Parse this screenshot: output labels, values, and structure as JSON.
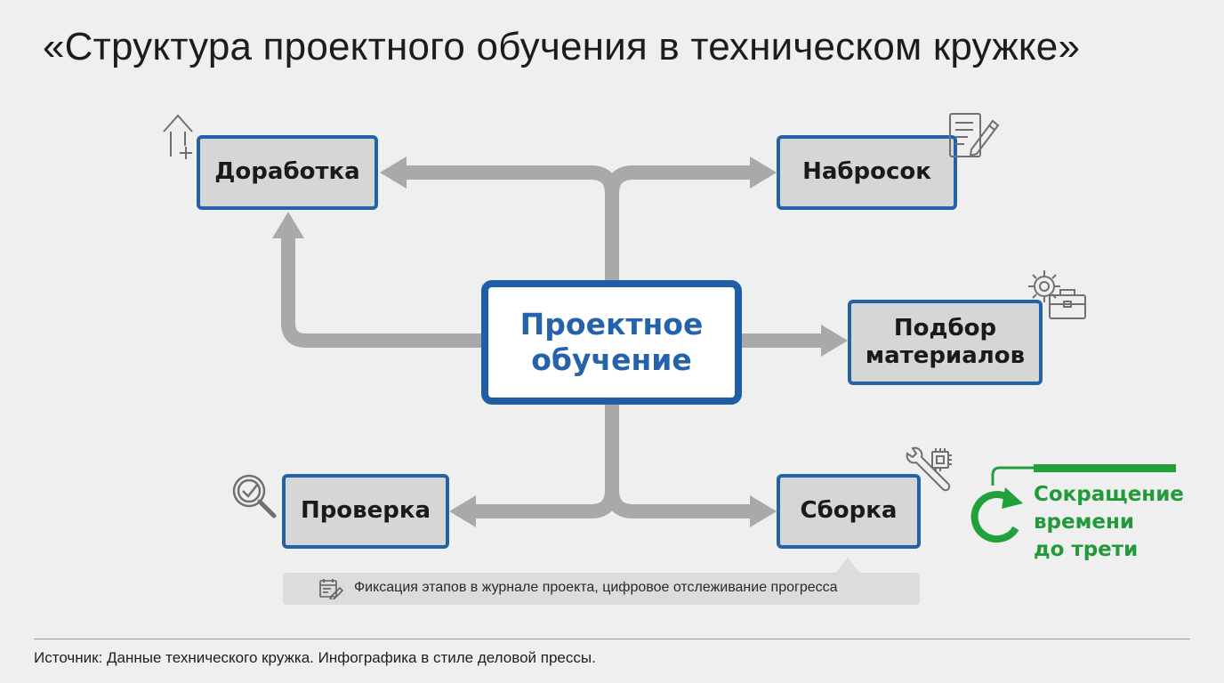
{
  "title": "«Структура проектного обучения в техническом кружке»",
  "center": {
    "label_line1": "Проектное",
    "label_line2": "обучение"
  },
  "nodes": {
    "dorabotka": "Доработка",
    "nabrosok": "Набросок",
    "podbor_line1": "Подбор",
    "podbor_line2": "материалов",
    "proverka": "Проверка",
    "sborka": "Сборка"
  },
  "icons": {
    "dorabotka": "upgrade-arrow-icon",
    "nabrosok": "document-pencil-icon",
    "podbor": "gear-toolbox-icon",
    "proverka": "magnifier-check-icon",
    "sborka": "wrench-chip-icon",
    "note": "calendar-edit-icon",
    "callout": "cycle-arrow-icon"
  },
  "note": "Фиксация этапов в журнале проекта, цифровое отслеживание прогресса",
  "callout": {
    "line1": "Сокращение",
    "line2": "времени",
    "line3": "до трети"
  },
  "source": "Источник: Данные технического кружка. Инфографика в стиле деловой прессы.",
  "colors": {
    "accent_blue": "#1f5ea6",
    "connector_gray": "#a9a9a9",
    "callout_green": "#22a03b",
    "node_fill": "#d6d6d6"
  }
}
